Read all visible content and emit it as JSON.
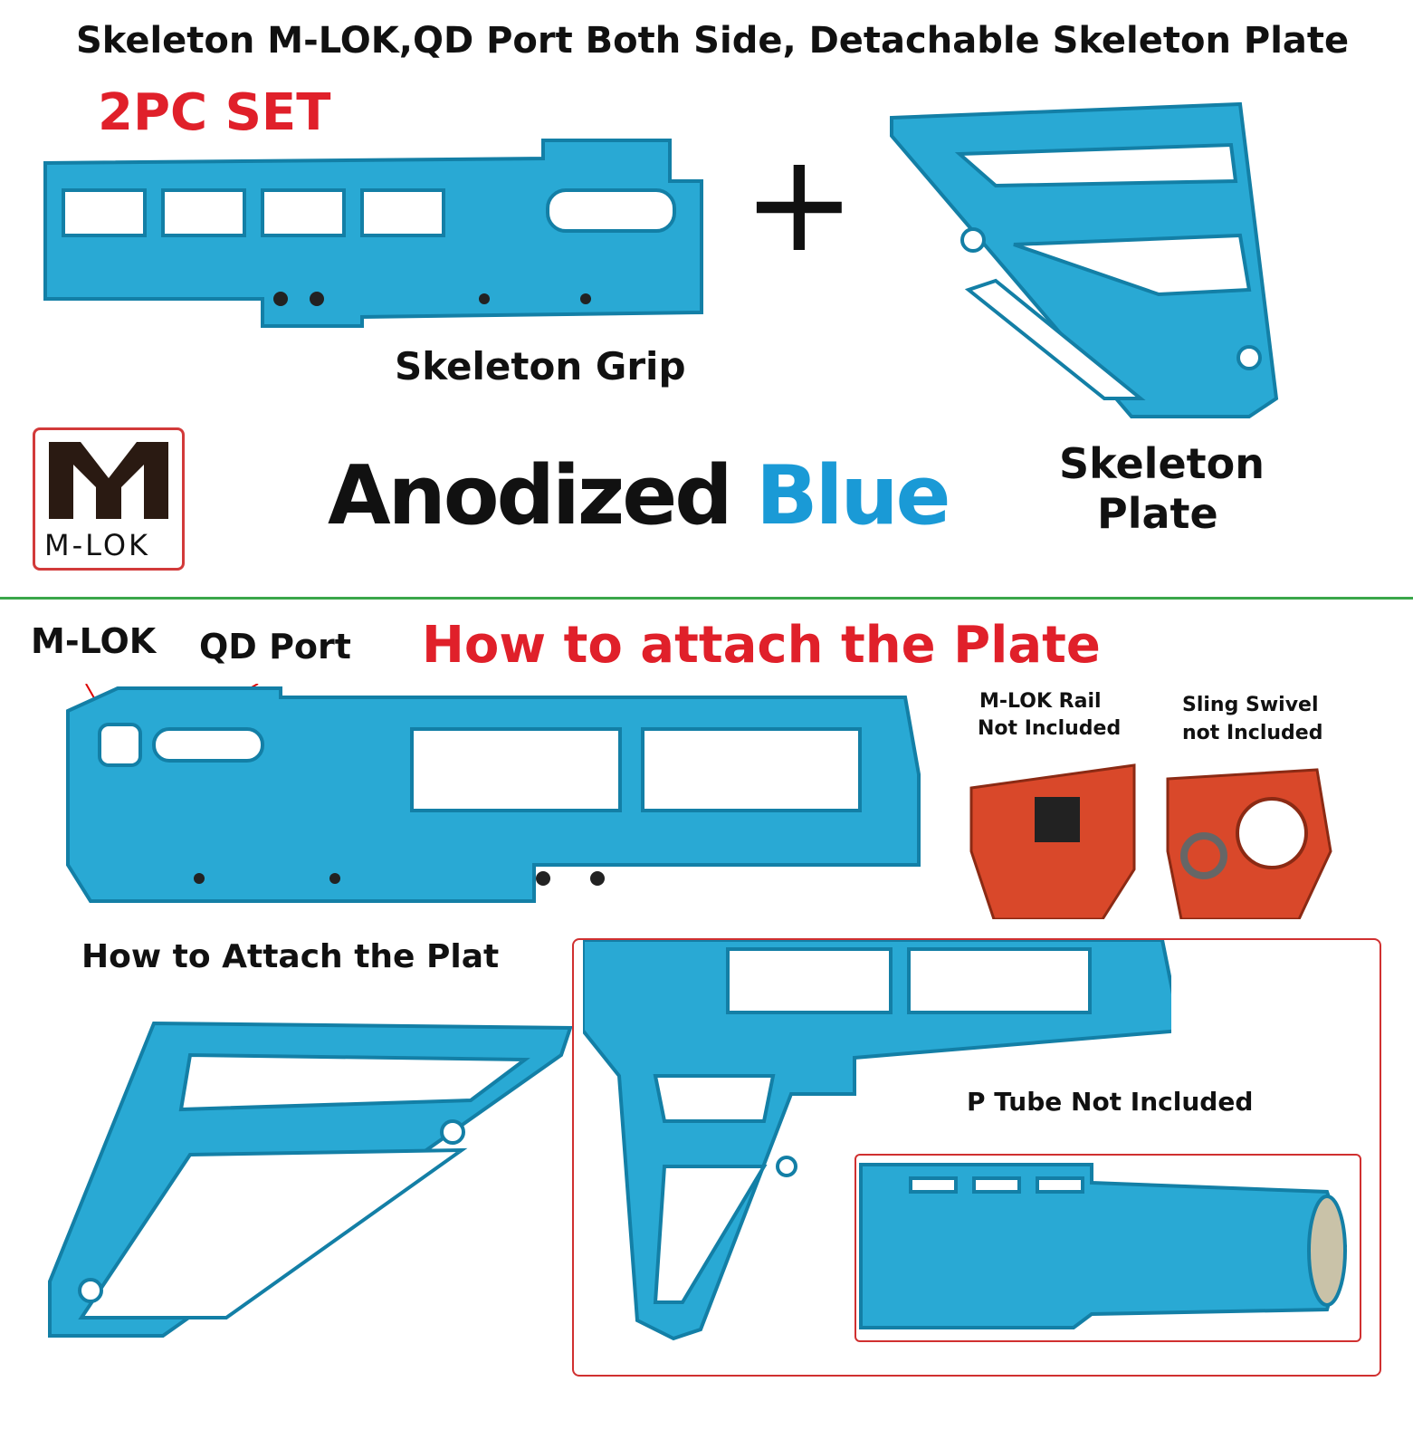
{
  "header": {
    "title": "Skeleton  M-LOK,QD Port Both Side, Detachable Skeleton Plate",
    "set_label": "2PC SET"
  },
  "top": {
    "grip_label": "Skeleton Grip",
    "plate_label_1": "Skeleton",
    "plate_label_2": "Plate",
    "plus": "+",
    "finish_word": "Anodized",
    "finish_color": "Blue",
    "logo_text": "M-LOK"
  },
  "bottom": {
    "mlok_label": "M-LOK",
    "qd_label": "QD Port",
    "heading": "How to attach the Plate",
    "rail_note_1": "M-LOK Rail",
    "rail_note_2": "Not Included",
    "swivel_note_1": "Sling Swivel",
    "swivel_note_2": "not Included",
    "attach_label": "How to  Attach the Plat",
    "ptube_note": "P Tube Not Included"
  },
  "colors": {
    "accent_red": "#e0202a",
    "blue_text": "#1a9ad6",
    "divider": "#3aa64a",
    "part_blue": "#29a9d4"
  }
}
